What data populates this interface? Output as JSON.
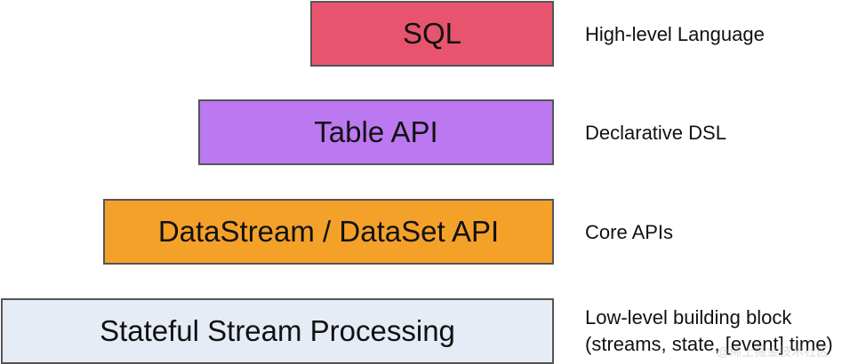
{
  "layers": [
    {
      "label": "SQL",
      "description": [
        "High-level Language"
      ],
      "color": "#e8546e"
    },
    {
      "label": "Table API",
      "description": [
        "Declarative DSL"
      ],
      "color": "#bc78f0"
    },
    {
      "label": "DataStream / DataSet API",
      "description": [
        "Core APIs"
      ],
      "color": "#f4a12a"
    },
    {
      "label": "Stateful Stream Processing",
      "description": [
        "Low-level building block",
        "(streams, state, [event] time)"
      ],
      "color": "#e6ecf5"
    }
  ],
  "border_color": "#555555",
  "watermark": "@稀土掘金技术社区"
}
